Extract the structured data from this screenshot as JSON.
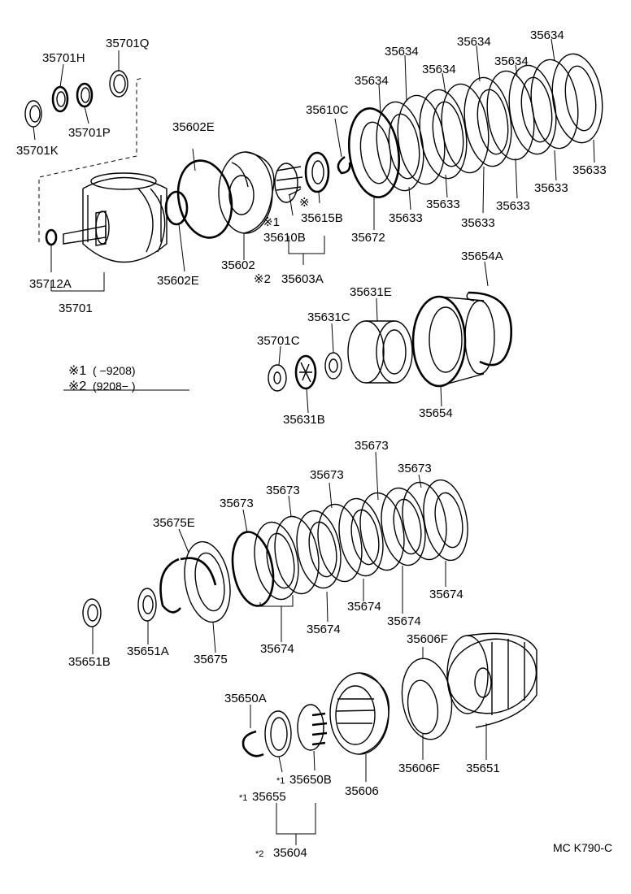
{
  "labels": {
    "l35701Q": "35701Q",
    "l35701H": "35701H",
    "l35701K": "35701K",
    "l35701P": "35701P",
    "l35712A": "35712A",
    "l35701": "35701",
    "l35602E_top": "35602E",
    "l35602E_bot": "35602E",
    "l35602": "35602",
    "l35610C": "35610C",
    "l35610B": "35610B",
    "l35615B": "35615B",
    "l35603A": "35603A",
    "l35672": "35672",
    "l35634_a": "35634",
    "l35634_b": "35634",
    "l35634_c": "35634",
    "l35634_d": "35634",
    "l35634_e": "35634",
    "l35634_f": "35634",
    "l35633_a": "35633",
    "l35633_b": "35633",
    "l35633_c": "35633",
    "l35633_d": "35633",
    "l35633_e": "35633",
    "l35633_f": "35633",
    "l35654A": "35654A",
    "l35631E": "35631E",
    "l35631C": "35631C",
    "l35701C": "35701C",
    "l35631B": "35631B",
    "l35654": "35654",
    "l35673_a": "35673",
    "l35673_b": "35673",
    "l35673_c": "35673",
    "l35673_d": "35673",
    "l35673_e": "35673",
    "l35675E": "35675E",
    "l35651B": "35651B",
    "l35651A": "35651A",
    "l35675": "35675",
    "l35674_a": "35674",
    "l35674_b": "35674",
    "l35674_c": "35674",
    "l35674_d": "35674",
    "l35674_e": "35674",
    "l35606F_top": "35606F",
    "l35606F_bot": "35606F",
    "l35651": "35651",
    "l35650A": "35650A",
    "l35650B": "35650B",
    "l35655": "35655",
    "l35606": "35606",
    "l35604": "35604"
  },
  "markers": {
    "m1_near_35610B": "※1",
    "m_near_35615B": "※",
    "m2_near_35603A": "※2",
    "m1_near_35650B": "*1",
    "m1_near_35655": "*1",
    "m2_near_35604": "*2"
  },
  "legend": {
    "row1_marker": "※1",
    "row1_text": "(        −9208)",
    "row2_marker": "※2",
    "row2_text": "(9208−          )"
  },
  "figure_code": "MC K790-C"
}
